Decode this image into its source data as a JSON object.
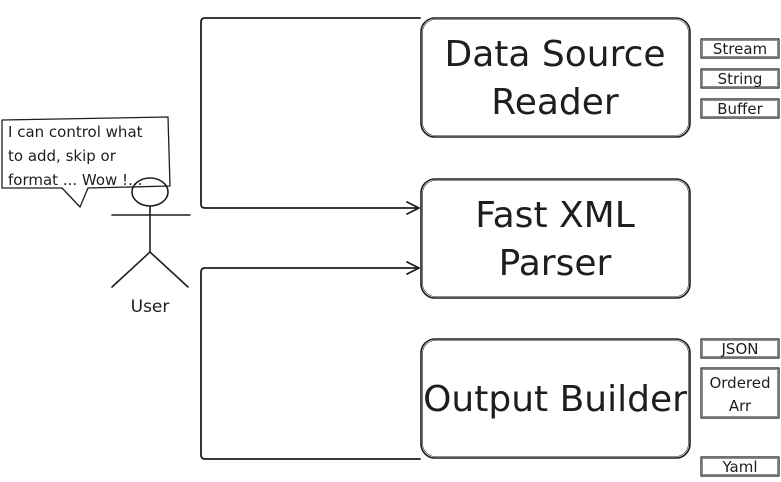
{
  "diagram": {
    "boxes": {
      "reader": {
        "lines": [
          "Data Source",
          "Reader"
        ]
      },
      "parser": {
        "lines": [
          "Fast XML",
          "Parser"
        ]
      },
      "builder": {
        "lines": [
          "Output Builder"
        ]
      }
    },
    "input_types": [
      "Stream",
      "String",
      "Buffer"
    ],
    "output_types": {
      "json": "JSON",
      "ordered": [
        "Ordered",
        "Arr"
      ],
      "yaml": "Yaml"
    },
    "actor": {
      "label": "User",
      "speech": [
        "I can control what",
        "to add, skip or",
        "format ... Wow !..."
      ]
    }
  }
}
